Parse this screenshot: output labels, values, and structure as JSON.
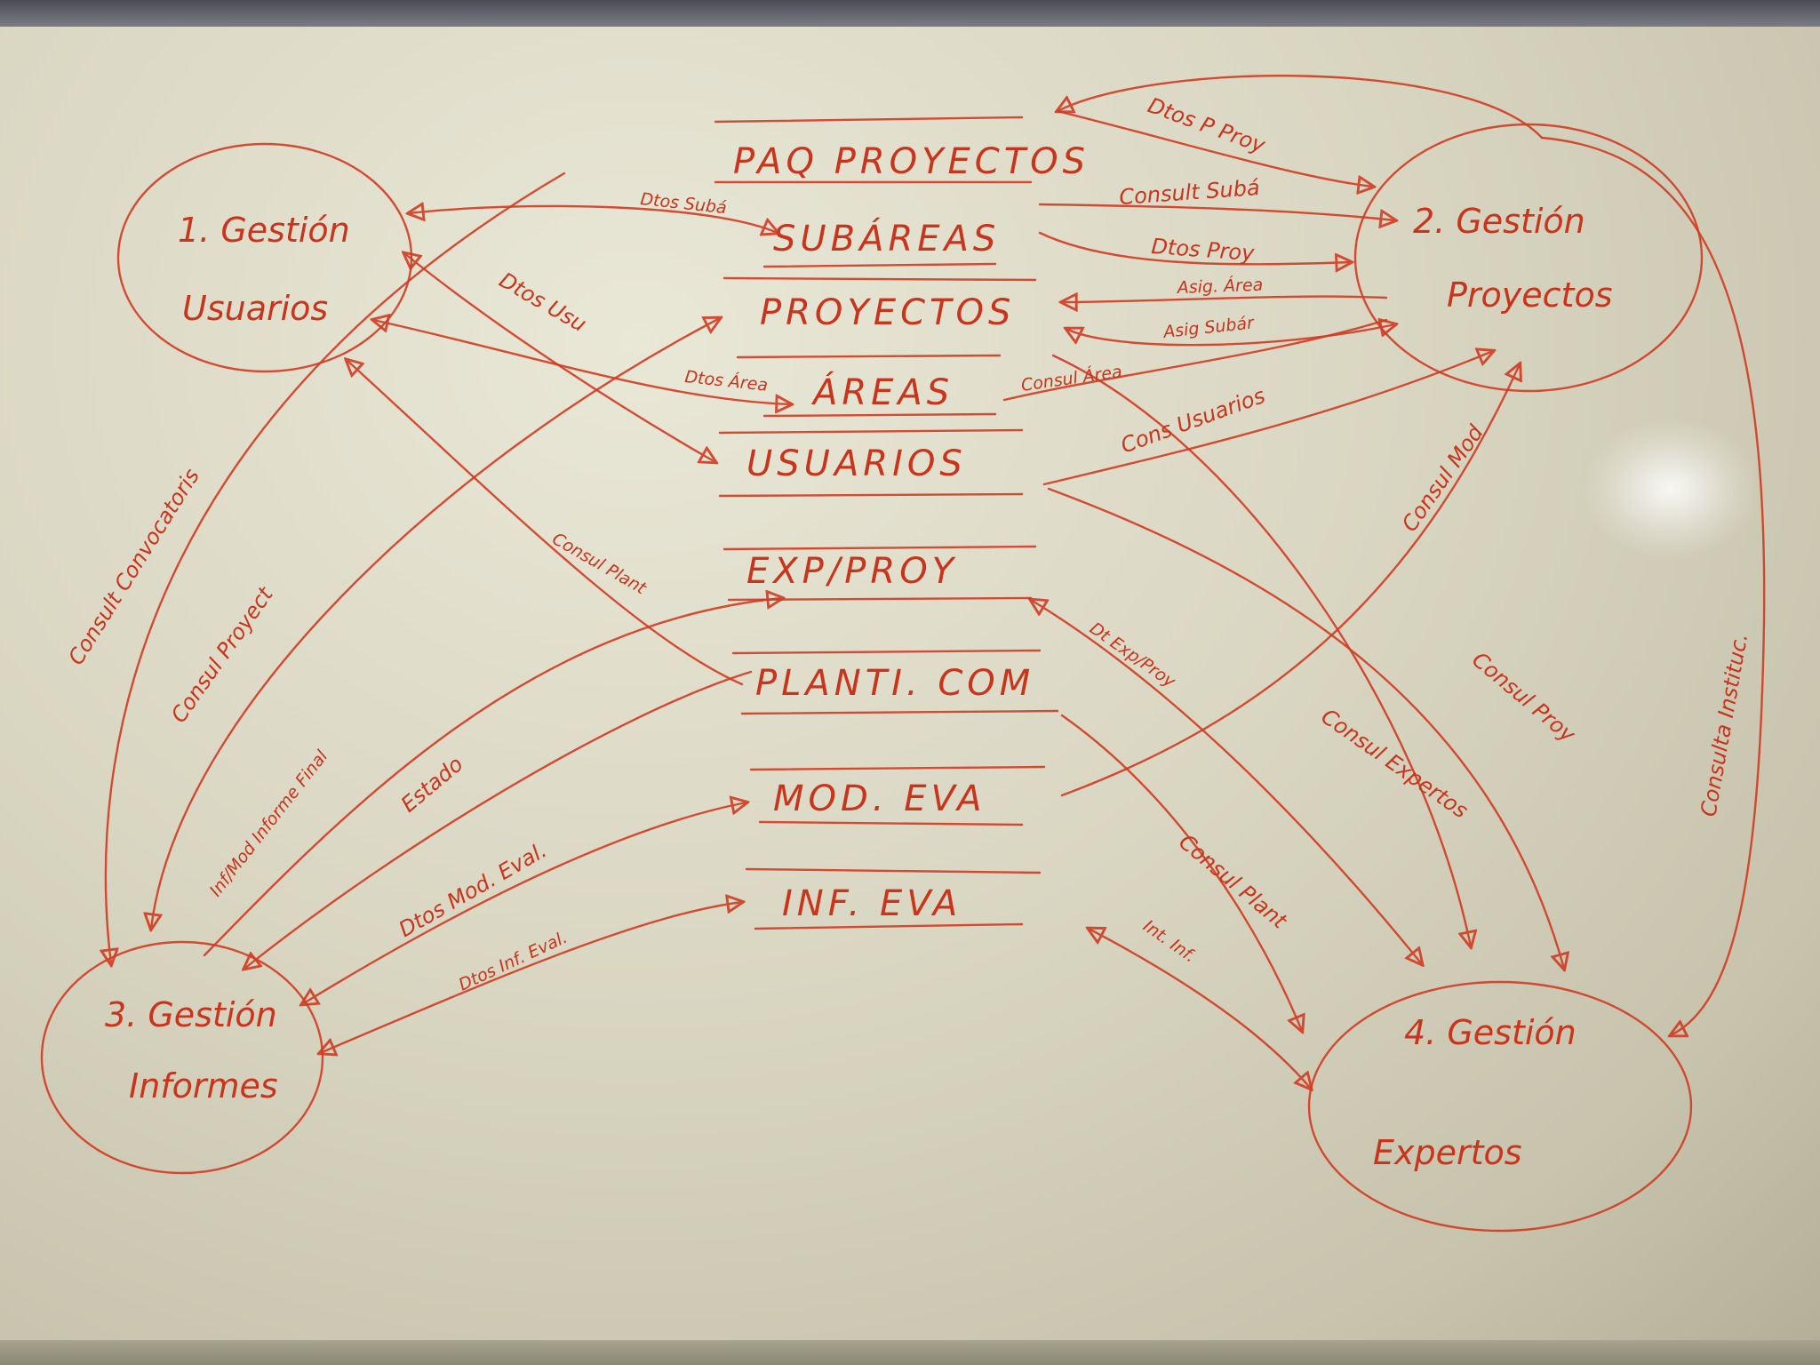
{
  "processes": [
    {
      "id": "p1",
      "line1": "1. Gestión",
      "line2": "Usuarios"
    },
    {
      "id": "p2",
      "line1": "2. Gestión",
      "line2": "Proyectos"
    },
    {
      "id": "p3",
      "line1": "3. Gestión",
      "line2": "Informes"
    },
    {
      "id": "p4",
      "line1": "4. Gestión",
      "line2": "Expertos"
    }
  ],
  "stores": [
    "PAQ PROYECTOS",
    "SUBÁREAS",
    "PROYECTOS",
    "ÁREAS",
    "USUARIOS",
    "EXP/PROY",
    "PLANTI. COM",
    "MOD. EVA",
    "INF. EVA"
  ],
  "flows": {
    "datos_paq_proy": "Dtos P Proy",
    "consult_subarea": "Consult Subá",
    "datos_proy": "Dtos Proy",
    "asig_area": "Asig. Área",
    "asig_subarea": "Asig Subár",
    "datos_subarea": "Dtos Subá",
    "datos_usuario": "Dtos Usu",
    "datos_area": "Dtos Área",
    "consul_area": "Consul Área",
    "cons_usuarios": "Cons Usuarios",
    "consult_convocatorias": "Consult Convocatoris",
    "consul_proyect": "Consul Proyect",
    "consul_plant": "Consul Plant",
    "inf_mod_informe_final": "Inf/Mod Informe Final",
    "estado": "Estado",
    "datos_mod_eval": "Dtos Mod. Eval.",
    "datos_inf_eval": "Dtos Inf. Eval.",
    "consul_mod": "Consul Mod",
    "dt_exp_proy": "Dt Exp/Proy",
    "consul_expertos": "Consul Expertos",
    "consul_proy": "Consul Proy",
    "consul_plant_4": "Consul Plant",
    "int_inf": "Int. Inf.",
    "consulta_instituc": "Consulta Instituc."
  },
  "colors": {
    "ink": "#d23b22",
    "board": "#e2dfcb"
  }
}
